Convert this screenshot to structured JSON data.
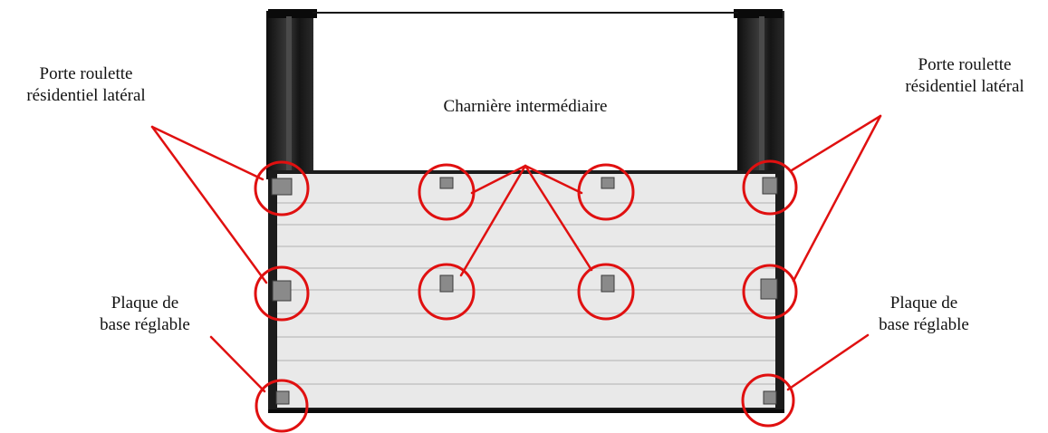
{
  "labels": {
    "top_left": {
      "line1": "Porte roulette",
      "line2": "résidentiel latéral"
    },
    "top_right": {
      "line1": "Porte roulette",
      "line2": "résidentiel latéral"
    },
    "center": "Charnière intermédiaire",
    "bottom_left": {
      "line1": "Plaque de",
      "line2": "base réglable"
    },
    "bottom_right": {
      "line1": "Plaque de",
      "line2": "base réglable"
    }
  },
  "colors": {
    "annotation": "#e01010",
    "panel": "#e9e9e9",
    "frame": "#1c1c1c"
  }
}
